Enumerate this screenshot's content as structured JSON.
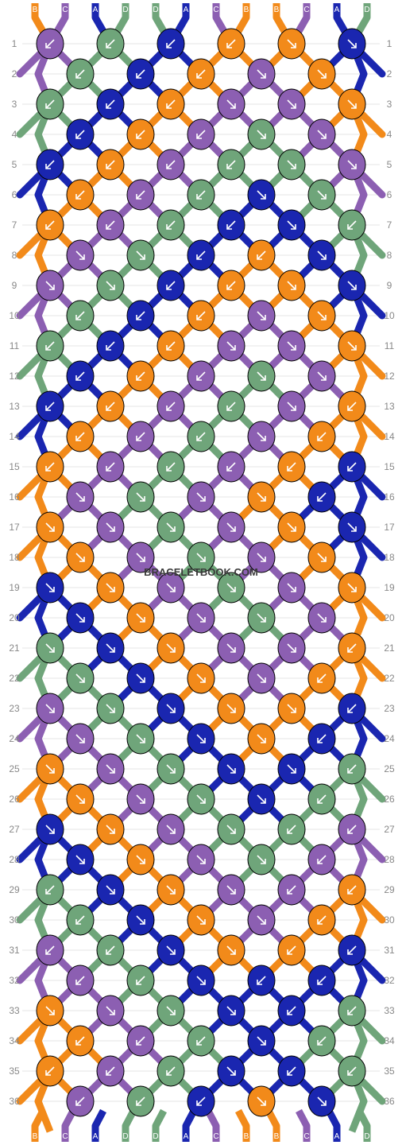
{
  "watermark": "BRACELETBOOK.COM",
  "colors": {
    "A": "#1a26b0",
    "B": "#f28a1a",
    "C": "#8c5fb2",
    "D": "#6fa57a"
  },
  "strands_top": [
    "B",
    "C",
    "A",
    "D",
    "D",
    "A",
    "C",
    "B",
    "B",
    "C",
    "A",
    "D"
  ],
  "strands_bottom": [
    "B",
    "C",
    "A",
    "D",
    "D",
    "A",
    "C",
    "B",
    "B",
    "C",
    "A",
    "D"
  ],
  "rows": [
    [
      "C-bl",
      "D-bl",
      "A-bl",
      "B-bl",
      "B-br",
      "A-br"
    ],
    [
      "D-bl",
      "A-bl",
      "B-bl",
      "C-br",
      "B-br"
    ],
    [
      "D-bl",
      "A-bl",
      "B-bl",
      "C-br",
      "C-br",
      "B-br"
    ],
    [
      "A-bl",
      "B-bl",
      "C-bl",
      "D-br",
      "C-br"
    ],
    [
      "A-bl",
      "B-bl",
      "C-bl",
      "D-bl",
      "D-br",
      "C-br"
    ],
    [
      "B-bl",
      "C-bl",
      "D-bl",
      "A-br",
      "D-br"
    ],
    [
      "B-bl",
      "C-bl",
      "D-bl",
      "A-bl",
      "A-br",
      "D-bl"
    ],
    [
      "C-br",
      "D-br",
      "A-bl",
      "B-bl",
      "A-br"
    ],
    [
      "C-br",
      "D-br",
      "A-bl",
      "B-bl",
      "B-br",
      "A-br"
    ],
    [
      "D-bl",
      "A-bl",
      "B-bl",
      "C-br",
      "B-br"
    ],
    [
      "D-bl",
      "A-bl",
      "B-bl",
      "C-br",
      "C-br",
      "B-br"
    ],
    [
      "A-bl",
      "B-bl",
      "C-bl",
      "D-br",
      "C-br"
    ],
    [
      "A-bl",
      "B-bl",
      "C-bl",
      "D-bl",
      "C-br",
      "B-bl"
    ],
    [
      "B-bl",
      "C-bl",
      "D-bl",
      "C-br",
      "B-bl"
    ],
    [
      "B-bl",
      "C-bl",
      "D-bl",
      "C-bl",
      "B-bl",
      "A-bl"
    ],
    [
      "C-br",
      "D-br",
      "C-br",
      "B-br",
      "A-bl"
    ],
    [
      "B-br",
      "C-br",
      "D-br",
      "C-br",
      "B-br",
      "A-br"
    ],
    [
      "B-br",
      "C-br",
      "D-br",
      "C-br",
      "B-br"
    ],
    [
      "A-br",
      "B-br",
      "C-br",
      "D-br",
      "C-br",
      "B-br"
    ],
    [
      "A-br",
      "B-br",
      "C-br",
      "D-br",
      "C-br"
    ],
    [
      "D-br",
      "A-br",
      "B-br",
      "C-br",
      "C-br",
      "B-bl"
    ],
    [
      "D-br",
      "A-br",
      "B-br",
      "C-br",
      "B-bl"
    ],
    [
      "C-br",
      "D-br",
      "A-br",
      "B-br",
      "B-br",
      "A-bl"
    ],
    [
      "C-br",
      "D-br",
      "A-br",
      "B-br",
      "A-bl"
    ],
    [
      "B-br",
      "C-br",
      "D-br",
      "A-br",
      "A-br",
      "D-bl"
    ],
    [
      "B-br",
      "C-br",
      "D-br",
      "A-br",
      "D-bl"
    ],
    [
      "A-br",
      "B-br",
      "C-br",
      "D-br",
      "D-bl",
      "C-bl"
    ],
    [
      "A-br",
      "B-br",
      "C-br",
      "D-br",
      "C-bl"
    ],
    [
      "D-bl",
      "A-br",
      "B-br",
      "C-br",
      "C-bl",
      "B-bl"
    ],
    [
      "D-bl",
      "A-br",
      "B-br",
      "C-br",
      "B-bl"
    ],
    [
      "C-bl",
      "D-bl",
      "A-br",
      "B-br",
      "B-bl",
      "A-bl"
    ],
    [
      "C-bl",
      "D-bl",
      "A-br",
      "A-bl",
      "A-bl"
    ],
    [
      "B-br",
      "C-br",
      "D-br",
      "A-br",
      "A-bl",
      "D-bl"
    ],
    [
      "B-bl",
      "C-bl",
      "D-bl",
      "A-br",
      "D-bl"
    ],
    [
      "B-bl",
      "C-bl",
      "D-bl",
      "A-br",
      "A-bl",
      "D-bl"
    ],
    [
      "C-bl",
      "D-bl",
      "A-bl",
      "B-br",
      "A-br"
    ]
  ]
}
